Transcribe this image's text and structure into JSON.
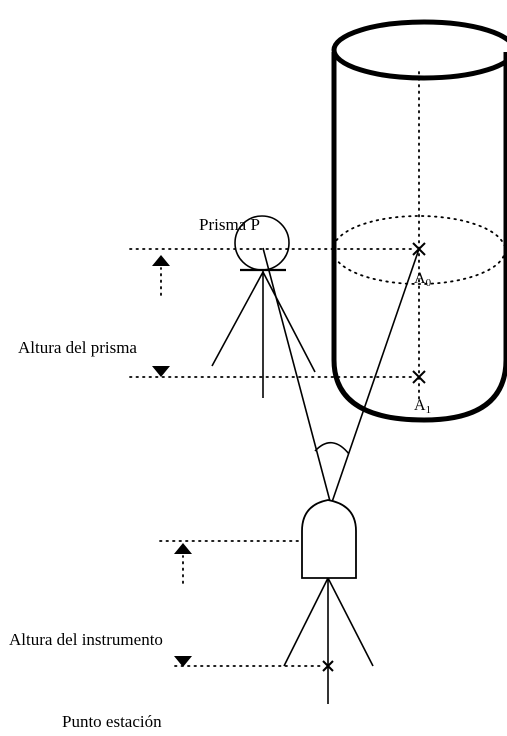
{
  "labels": {
    "prism": "Prisma P",
    "prism_height": "Altura del prisma",
    "point_a0_letter": "A",
    "point_a0_sub": "0",
    "point_a1_letter": "A",
    "point_a1_sub": "1",
    "instrument_height": "Altura del instrumento",
    "station_point": "Punto estación"
  }
}
